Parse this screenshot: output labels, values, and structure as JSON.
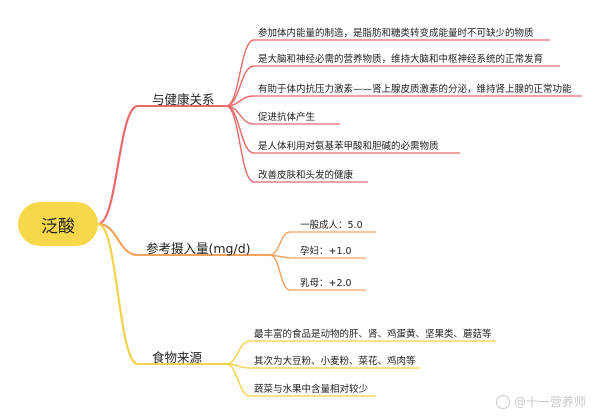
{
  "root": {
    "label": "泛酸",
    "color": "#f6d84a"
  },
  "branches": [
    {
      "label": "与健康关系",
      "color": "#e86a6a",
      "leaves": [
        "参加体内能量的制造，是脂肪和糖类转变成能量时不可缺少的物质",
        "是大脑和神经必需的营养物质，维持大脑和中枢神经系统的正常发育",
        "有助于体内抗压力激素——肾上腺皮质激素的分泌，维持肾上腺的正常功能",
        "促进抗体产生",
        "是人体利用对氨基苯甲酸和胆碱的必需物质",
        "改善皮肤和头发的健康"
      ]
    },
    {
      "label": "参考摄入量(mg/d)",
      "color": "#f2a35e",
      "leaves": [
        "一般成人：5.0",
        "孕妇：+1.0",
        "乳母：+2.0"
      ]
    },
    {
      "label": "食物来源",
      "color": "#f2d24a",
      "leaves": [
        "最丰富的食品是动物的肝、肾、鸡蛋黄、坚果类、蘑菇等",
        "其次为大豆粉、小麦粉、菜花、鸡肉等",
        "蔬菜与水果中含量相对较少"
      ]
    }
  ],
  "watermark": "@十一营养师"
}
